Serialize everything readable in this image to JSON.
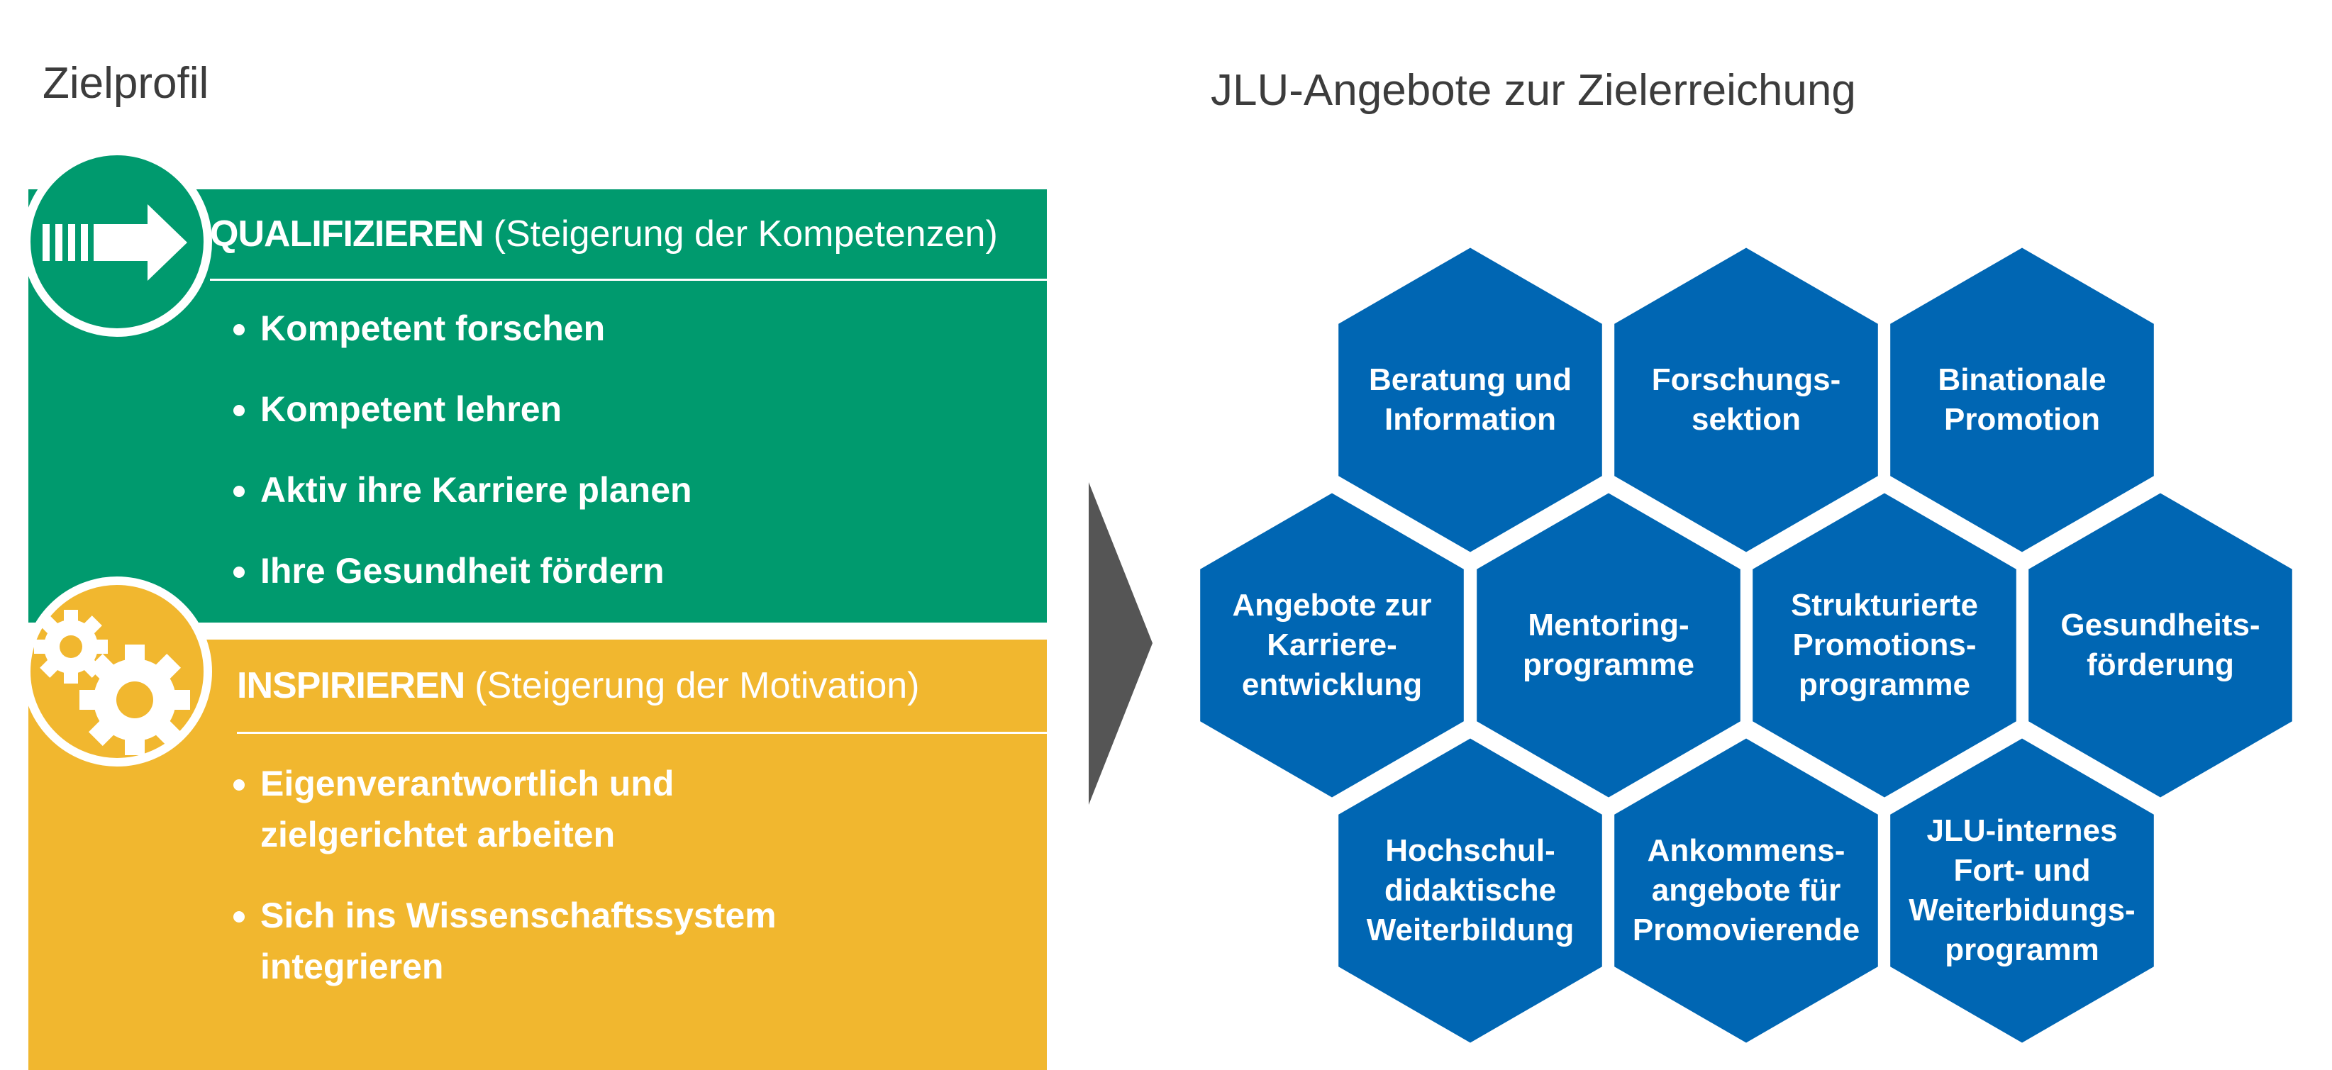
{
  "left_title": "Zielprofil",
  "right_title": "JLU-Angebote zur Zielerreichung",
  "colors": {
    "green": "#009a6e",
    "yellow": "#f1b72f",
    "hex_blue": "#0066b3",
    "arrow_gray": "#555555",
    "text_dark": "#3c3c3c"
  },
  "qualify": {
    "icon": "arrow-right-icon",
    "title_strong": "QUALIFIZIEREN",
    "title_light": "(Steigerung der Kompetenzen)",
    "bullets": [
      "Kompetent forschen",
      "Kompetent lehren",
      "Aktiv ihre Karriere planen",
      "Ihre Gesundheit fördern"
    ]
  },
  "inspire": {
    "icon": "gears-icon",
    "title_strong": "INSPIRIEREN",
    "title_light": "(Steigerung der Motivation)",
    "bullets": [
      "Eigenverantwortlich und\nzielgerichtet arbeiten",
      "Sich ins Wissenschaftssystem\nintegrieren"
    ]
  },
  "offers": [
    "Beratung und\nInformation",
    "Forschungs-\nsektion",
    "Binationale\nPromotion",
    "Angebote zur\nKarriere-\nentwicklung",
    "Mentoring-\nprogramme",
    "Strukturierte\nPromotions-\nprogramme",
    "Gesundheits-\nförderung",
    "Hochschul-\ndidaktische\nWeiterbildung",
    "Ankommens-\nangebote für\nPromovierende",
    "JLU-internes\nFort- und\nWeiterbidungs-\nprogramm"
  ]
}
